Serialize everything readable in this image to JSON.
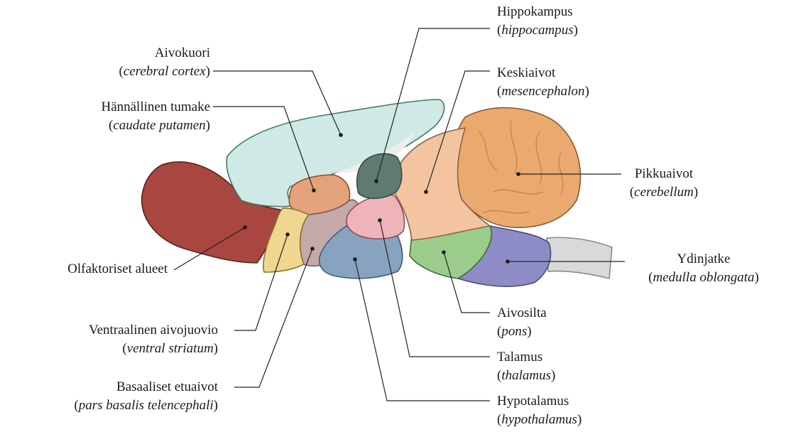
{
  "colors": {
    "cortex": "#cfe9e6",
    "olfactory": "#a8463f",
    "caudate": "#e3a27a",
    "ventral_striatum": "#f0d78f",
    "basal_forebrain": "#c4a9a9",
    "hippocampus": "#5f7b71",
    "thalamus": "#eeb4ba",
    "hypothalamus": "#88a3bf",
    "mesencephalon": "#f4c4a0",
    "cerebellum": "#eaa96f",
    "pons": "#9ccc8c",
    "medulla": "#8d8cc6",
    "spinal_tail": "#d9d9d9"
  },
  "labels": {
    "cortex": {
      "fi": "Aivokuori",
      "la": "cerebral cortex"
    },
    "caudate": {
      "fi": "Hännällinen tumake",
      "la": "caudate putamen"
    },
    "olfactory": {
      "fi": "Olfaktoriset alueet"
    },
    "ventral_striatum": {
      "fi": "Ventraalinen aivojuovio",
      "la": "ventral striatum"
    },
    "basal_forebrain": {
      "fi": "Basaaliset etuaivot",
      "la": "pars basalis telencephali"
    },
    "hippocampus": {
      "fi": "Hippokampus",
      "la": "hippocampus"
    },
    "mesencephalon": {
      "fi": "Keskiaivot",
      "la": "mesencephalon"
    },
    "cerebellum": {
      "fi": "Pikkuaivot",
      "la": "cerebellum"
    },
    "medulla": {
      "fi": "Ydinjatke",
      "la": "medulla oblongata"
    },
    "pons": {
      "fi": "Aivosilta",
      "la": "pons"
    },
    "thalamus": {
      "fi": "Talamus",
      "la": "thalamus"
    },
    "hypothalamus": {
      "fi": "Hypotalamus",
      "la": "hypothalamus"
    }
  }
}
